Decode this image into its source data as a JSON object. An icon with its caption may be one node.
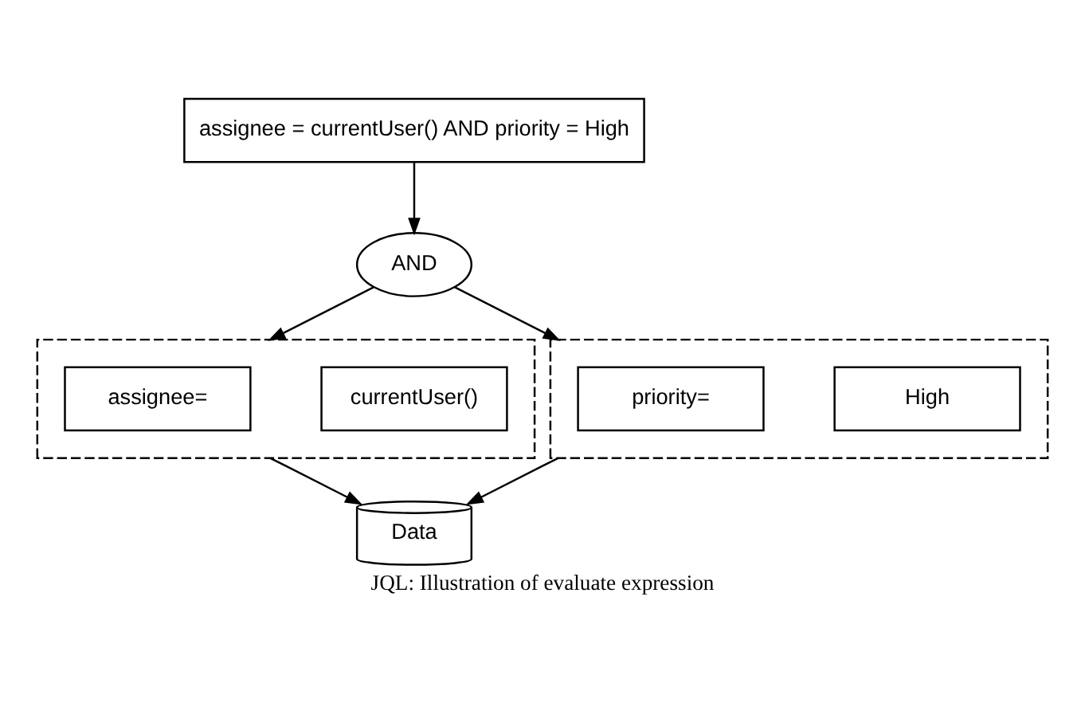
{
  "diagram": {
    "caption": "JQL: Illustration of evaluate expression",
    "nodes": [
      {
        "text": [
          "assignee = currentUser() AND priority = High"
        ]
      },
      {
        "text": [
          "AND"
        ]
      },
      {
        "text": [],
        "shape": "box"
      },
      {
        "text": [
          "assignee="
        ],
        "in": 2
      },
      {
        "text": [
          "currentUser()"
        ],
        "in": 2
      },
      {
        "text": [],
        "shape": "box"
      },
      {
        "text": [
          "priority="
        ],
        "in": 5
      },
      {
        "text": [
          "High"
        ],
        "in": 5
      },
      {
        "text": [
          "Data"
        ]
      }
    ],
    "edges": [
      {
        "from": 0,
        "to": 1,
        "arrow": "to"
      },
      {
        "from": 1,
        "to": 2,
        "arrow": "to"
      },
      {
        "from": 1,
        "to": 5,
        "arrow": "to"
      },
      {
        "from": 2,
        "to": 8,
        "arrow": "to"
      },
      {
        "from": 5,
        "to": 8,
        "arrow": "to"
      }
    ]
  }
}
